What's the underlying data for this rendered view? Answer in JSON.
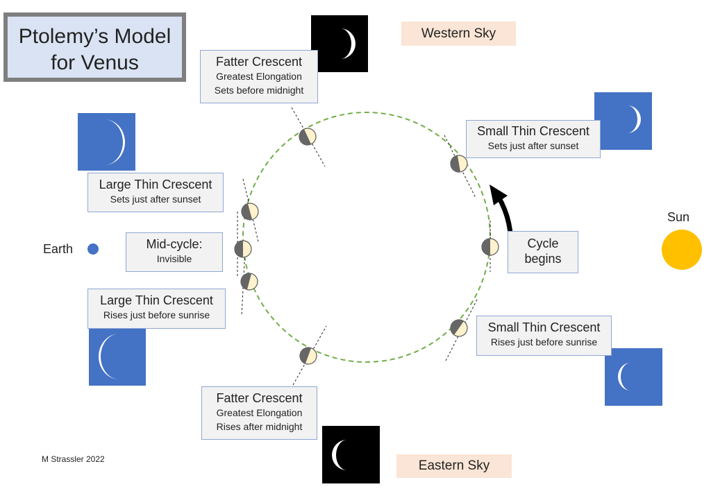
{
  "title": [
    "Ptolemy’s Model",
    "for Venus"
  ],
  "sky_labels": {
    "west": "Western Sky",
    "east": "Eastern Sky"
  },
  "bodies": {
    "earth": "Earth",
    "sun": "Sun"
  },
  "credit": "M Strassler 2022",
  "colors": {
    "orbit": "#70ad47",
    "earth": "#4472c4",
    "sun": "#ffc000",
    "box_fill": "#f2f2f2",
    "box_border": "#8fa7d4",
    "icon_blue": "#4472c4"
  },
  "phases": [
    {
      "id": "cycle-begins",
      "lines": [
        "Cycle",
        "begins"
      ]
    },
    {
      "id": "small-thin-west",
      "heading": "Small Thin Crescent",
      "detail": "Sets just after sunset"
    },
    {
      "id": "fatter-west",
      "heading": "Fatter Crescent",
      "detail_lines": [
        "Greatest Elongation",
        "Sets before midnight"
      ]
    },
    {
      "id": "large-thin-west",
      "heading": "Large Thin Crescent",
      "detail": "Sets just after sunset"
    },
    {
      "id": "mid-cycle",
      "heading": "Mid-cycle:",
      "detail": "Invisible"
    },
    {
      "id": "large-thin-east",
      "heading": "Large Thin Crescent",
      "detail": "Rises just before sunrise"
    },
    {
      "id": "fatter-east",
      "heading": "Fatter Crescent",
      "detail_lines": [
        "Greatest Elongation",
        "Rises after midnight"
      ]
    },
    {
      "id": "small-thin-east",
      "heading": "Small Thin Crescent",
      "detail": "Rises just before sunrise"
    }
  ]
}
